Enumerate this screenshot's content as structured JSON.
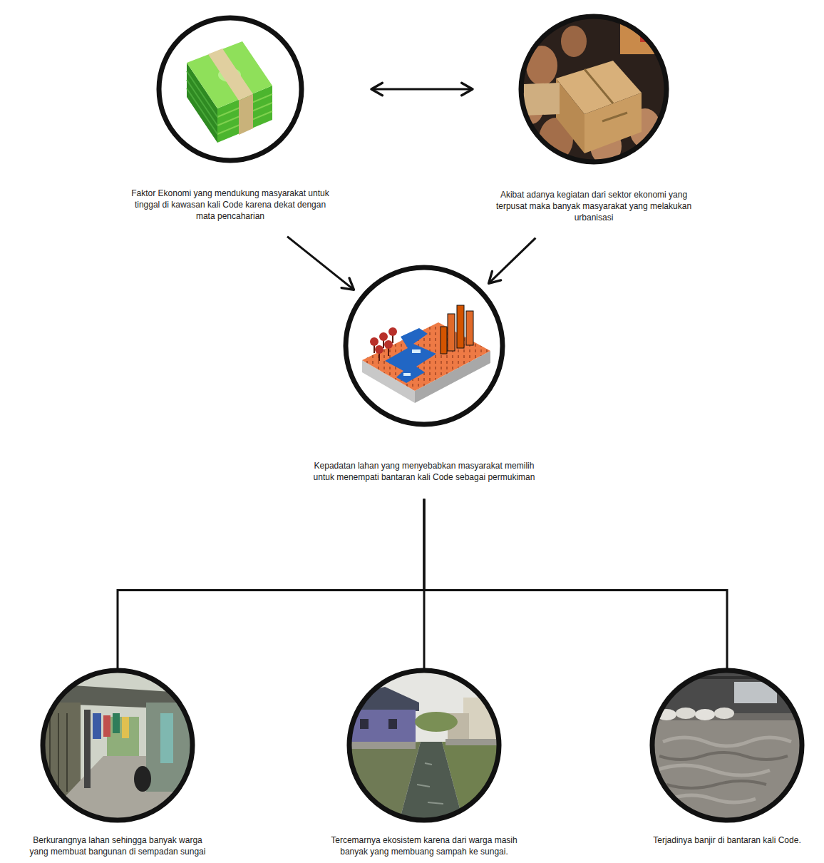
{
  "diagram": {
    "nodes": [
      {
        "text": [
          "Faktor Ekonomi yang mendukung masyarakat untuk tinggal di kawasan kali Code karena dekat dengan mata pencaharian"
        ]
      },
      {
        "text": [
          "Akibat adanya kegiatan dari sektor ekonomi yang terpusat maka banyak masyarakat yang melakukan urbanisasi"
        ]
      },
      {
        "text": [
          "Kepadatan lahan yang menyebabkan masyarakat memilih untuk menempati bantaran kali Code sebagai permukiman"
        ]
      },
      {
        "text": [
          "Berkurangnya lahan sehingga banyak warga yang membuat bangunan di sempadan sungai"
        ]
      },
      {
        "text": [
          "Tercemarnya ekosistem karena dari warga masih banyak yang membuang sampah ke sungai."
        ]
      },
      {
        "text": [
          "Terjadinya banjir di bantaran kali Code."
        ]
      }
    ],
    "edges": [
      {
        "from": 0,
        "to": 1,
        "arrow": "both"
      },
      {
        "from": 0,
        "to": 2,
        "arrow": "to"
      },
      {
        "from": 1,
        "to": 2,
        "arrow": "to"
      },
      {
        "from": 2,
        "to": 3,
        "arrow": "none"
      },
      {
        "from": 2,
        "to": 4,
        "arrow": "none"
      },
      {
        "from": 2,
        "to": 5,
        "arrow": "none"
      }
    ]
  }
}
